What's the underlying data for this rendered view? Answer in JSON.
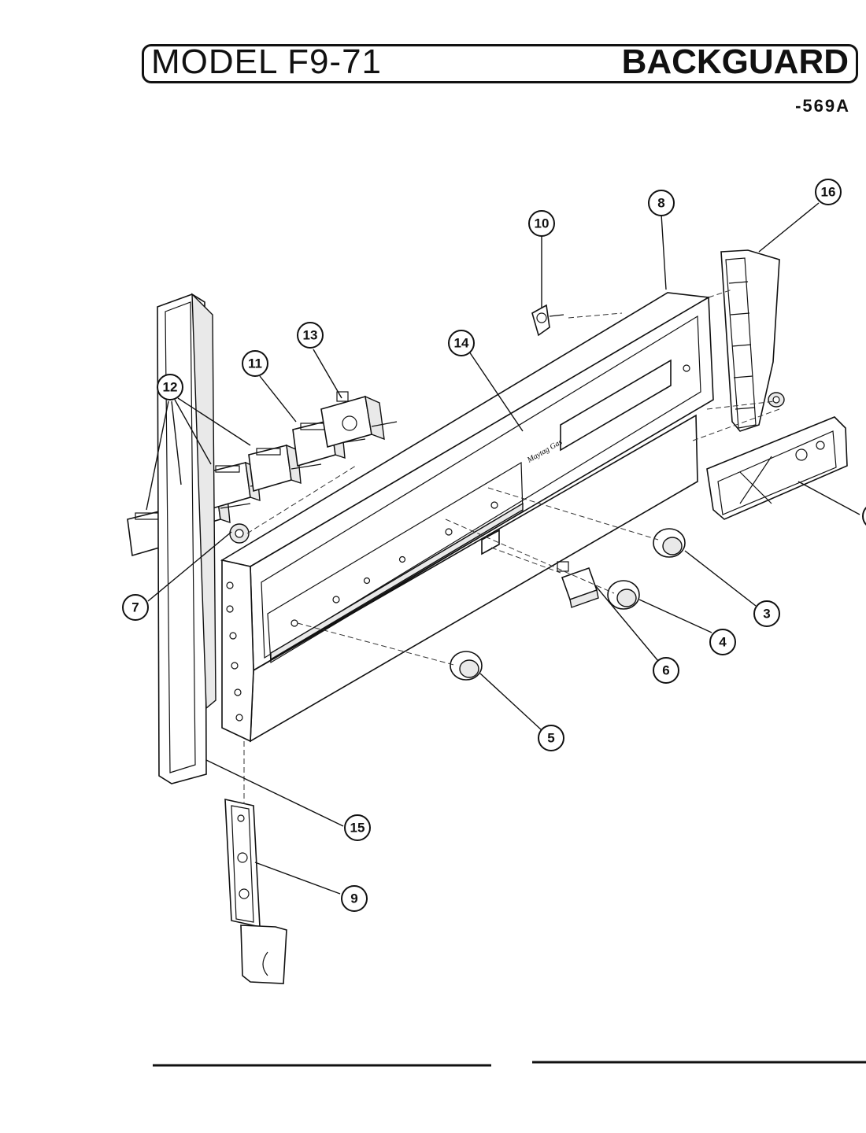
{
  "header": {
    "model_title": "MODEL F9-71",
    "section_title": "BACKGUARD",
    "diagram_code": "-569A"
  },
  "logo": {
    "text": "Maytag Gas"
  },
  "callouts": [
    {
      "id": "c3",
      "label": "3"
    },
    {
      "id": "c4",
      "label": "4"
    },
    {
      "id": "c5",
      "label": "5"
    },
    {
      "id": "c6",
      "label": "6"
    },
    {
      "id": "c7",
      "label": "7"
    },
    {
      "id": "c8",
      "label": "8"
    },
    {
      "id": "c9",
      "label": "9"
    },
    {
      "id": "c10",
      "label": "10"
    },
    {
      "id": "c11",
      "label": "11"
    },
    {
      "id": "c12",
      "label": "12"
    },
    {
      "id": "c13",
      "label": "13"
    },
    {
      "id": "c14",
      "label": "14"
    },
    {
      "id": "c15",
      "label": "15"
    },
    {
      "id": "c16",
      "label": "16"
    }
  ]
}
